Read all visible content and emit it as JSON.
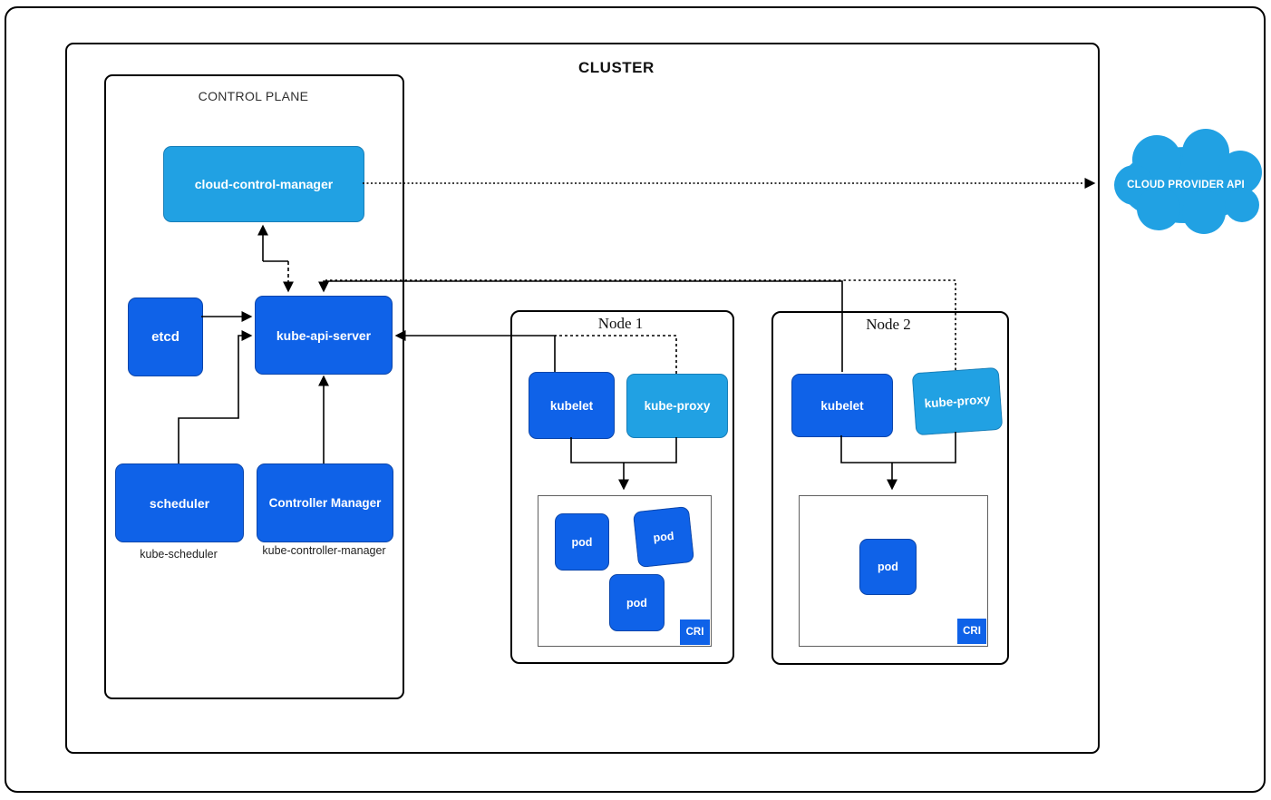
{
  "cluster": {
    "label": "CLUSTER"
  },
  "control_plane": {
    "label": "CONTROL PLANE",
    "cloud_control_manager": "cloud-control-manager",
    "etcd": "etcd",
    "kube_api_server": "kube-api-server",
    "scheduler": "scheduler",
    "scheduler_sublabel": "kube-scheduler",
    "controller_manager": "Controller Manager",
    "controller_manager_sublabel": "kube-controller-manager"
  },
  "nodes": [
    {
      "title": "Node 1",
      "kubelet": "kubelet",
      "kube_proxy": "kube-proxy",
      "cri_label": "CRI",
      "pods": [
        "pod",
        "pod",
        "pod"
      ]
    },
    {
      "title": "Node 2",
      "kubelet": "kubelet",
      "kube_proxy": "kube-proxy",
      "cri_label": "CRI",
      "pods": [
        "pod"
      ]
    }
  ],
  "external": {
    "cloud_provider_api": "CLOUD PROVIDER API"
  },
  "edges": [
    {
      "from": "etcd",
      "to": "kube-api-server",
      "style": "solid-arrow"
    },
    {
      "from": "scheduler",
      "to": "kube-api-server",
      "style": "solid-arrow"
    },
    {
      "from": "controller-manager",
      "to": "kube-api-server",
      "style": "solid-arrow"
    },
    {
      "from": "kube-api-server",
      "to": "cloud-control-manager",
      "style": "solid-arrow"
    },
    {
      "from": "cloud-control-manager",
      "to": "kube-api-server",
      "style": "dashed-arrow"
    },
    {
      "from": "cloud-control-manager",
      "to": "cloud-provider-api",
      "style": "dotted-arrow"
    },
    {
      "from": "node1.kubelet",
      "to": "kube-api-server",
      "style": "solid-arrow"
    },
    {
      "from": "node1.kube-proxy",
      "to": "kube-api-server",
      "style": "dashed"
    },
    {
      "from": "node2.kubelet",
      "to": "kube-api-server",
      "style": "solid-arrow"
    },
    {
      "from": "node2.kube-proxy",
      "to": "kube-api-server",
      "style": "dotted"
    },
    {
      "from": "node1.kubelet-and-kube-proxy",
      "to": "node1.cri",
      "style": "solid-arrow"
    },
    {
      "from": "node2.kubelet-and-kube-proxy",
      "to": "node2.cri",
      "style": "solid-arrow"
    }
  ],
  "colors": {
    "primary_blue": "#0f62e8",
    "light_blue": "#21a1e3",
    "line_black": "#000000",
    "cri_border_gray": "#5f5f5f"
  }
}
